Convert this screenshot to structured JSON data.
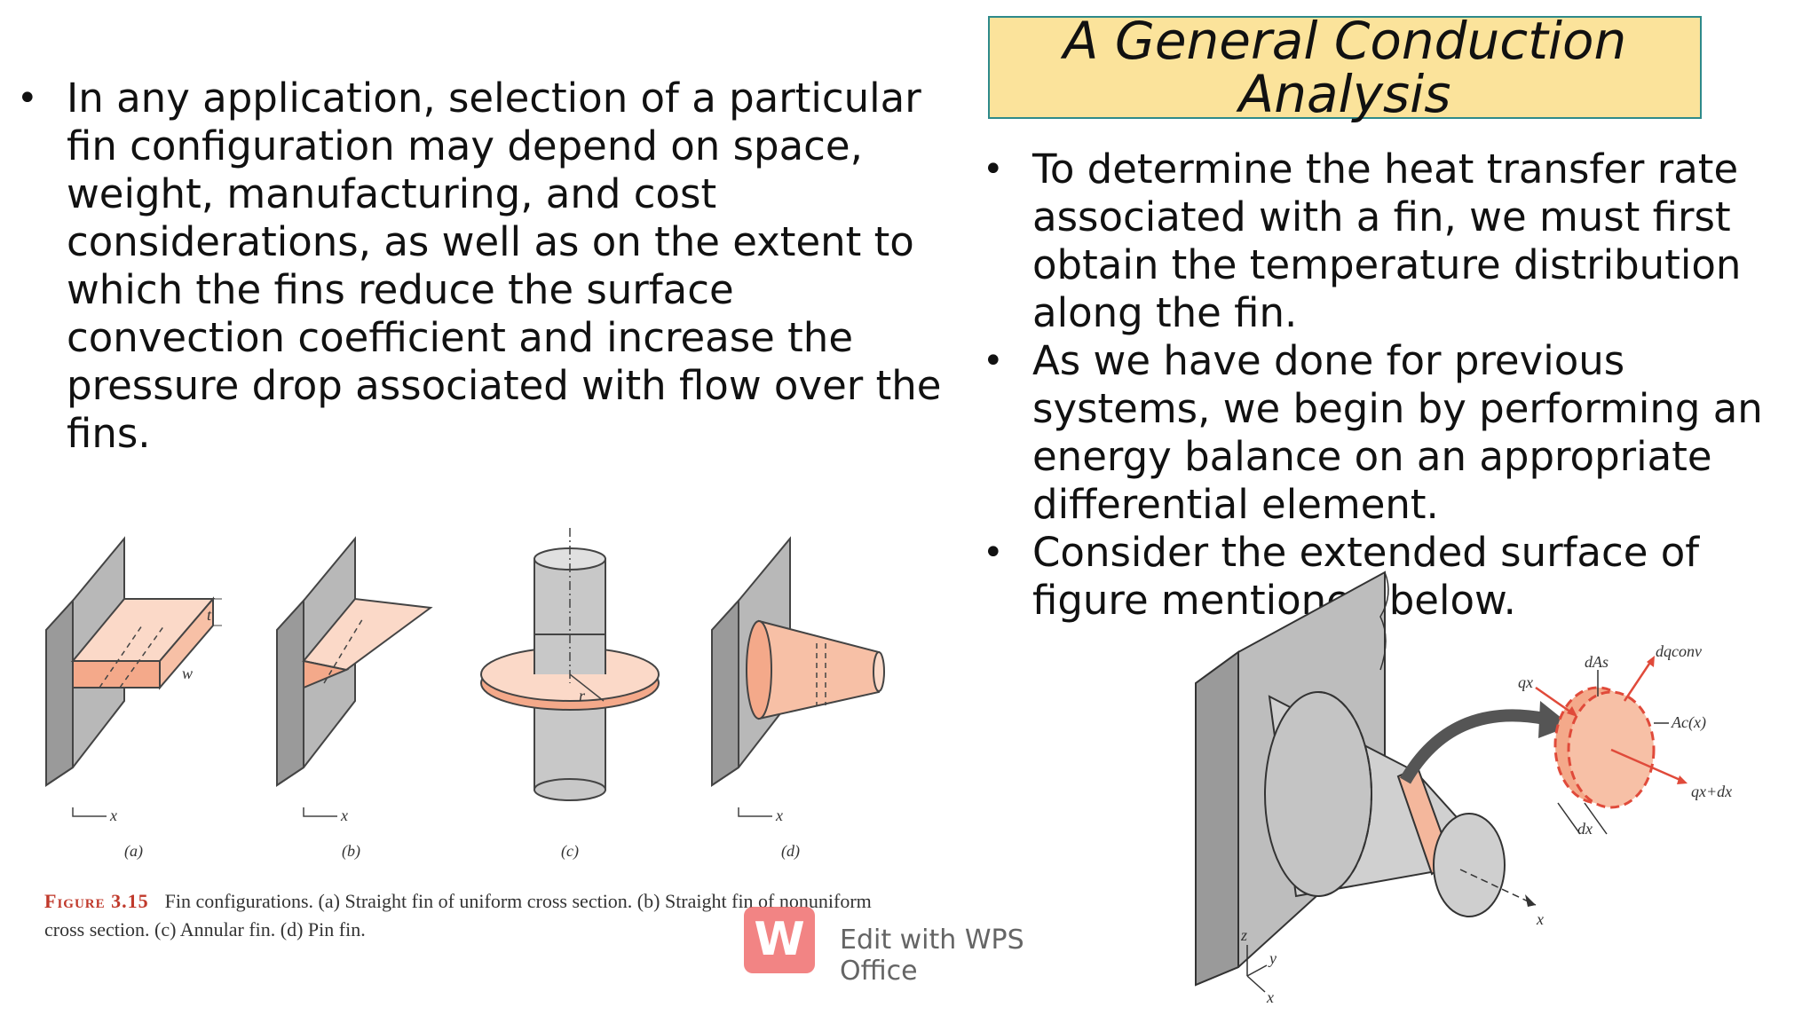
{
  "title": {
    "line1": "A General Conduction",
    "line2": "Analysis"
  },
  "left_bullets": [
    "In any application, selection of a particular fin configuration may depend on space, weight, manufacturing, and cost considerations, as well as on the extent to which the fins reduce the surface convection coefficient and increase the pressure drop associated with flow over the fins."
  ],
  "right_bullets": [
    "To determine the heat transfer rate associated with a fin, we must first obtain the temperature distribution along the fin.",
    "As we have done for previous systems, we begin by performing an energy balance on an appropriate differential element.",
    "Consider the extended surface of figure mentioned below."
  ],
  "bullet_symbol": "•",
  "figure_left": {
    "sublabels": [
      "(a)",
      "(b)",
      "(c)",
      "(d)"
    ],
    "axis_label": "x",
    "dim_t": "t",
    "dim_w": "w",
    "dim_r": "r",
    "caption_label": "Figure 3.15",
    "caption_text": "Fin configurations. (a) Straight fin of uniform cross section. (b) Straight fin of nonuniform cross section. (c) Annular fin. (d) Pin fin."
  },
  "figure_right": {
    "labels": {
      "qx": "qx",
      "dAs": "dAs",
      "dqconv": "dqconv",
      "Ac": "Ac(x)",
      "qxdx": "qx+dx",
      "dx": "dx",
      "x": "x",
      "y": "y",
      "z": "z"
    }
  },
  "watermark": {
    "logo": "W",
    "text": "Edit with WPS Office"
  },
  "colors": {
    "title_bg": "#fbe39b",
    "title_border": "#2e8a8a",
    "fin_fill": "#f8c8b0",
    "accent_red": "#e04a3a",
    "wall_gray": "#b8b8b8"
  }
}
